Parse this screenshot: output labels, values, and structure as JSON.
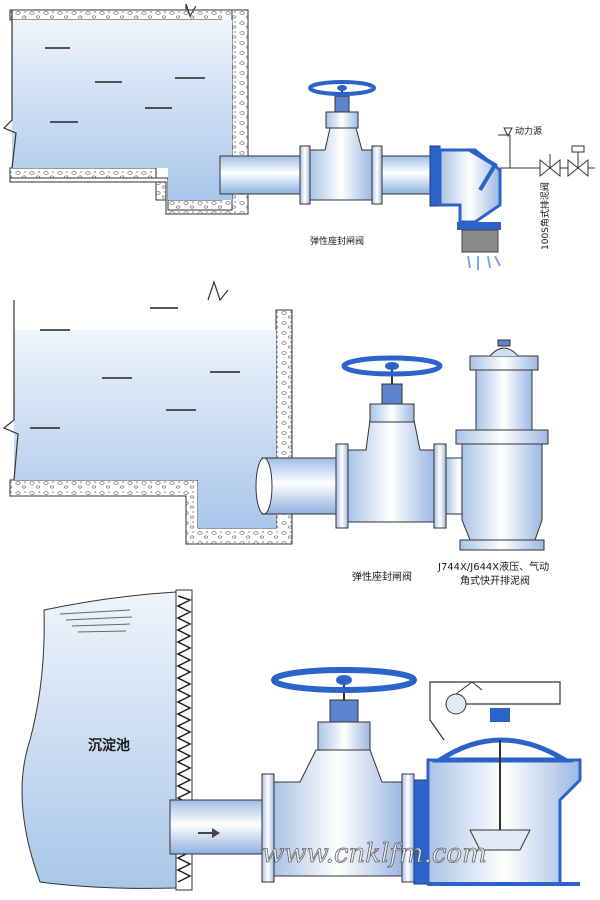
{
  "panel1": {
    "gate_valve_label": "弹性座封闸阀",
    "power_source_label": "动力源",
    "angle_valve_label": "100S角式排泥阀"
  },
  "panel2": {
    "gate_valve_label": "弹性座封闸阀",
    "model_line1": "J744X/J644X液压、气动",
    "model_line2": "角式快开排泥阀"
  },
  "panel3": {
    "tank_label": "沉淀池"
  },
  "watermark": "www.cnklfm.com",
  "colors": {
    "water": "#c9dcf2",
    "valve_blue": "#2b63c9",
    "outline": "#333333"
  }
}
